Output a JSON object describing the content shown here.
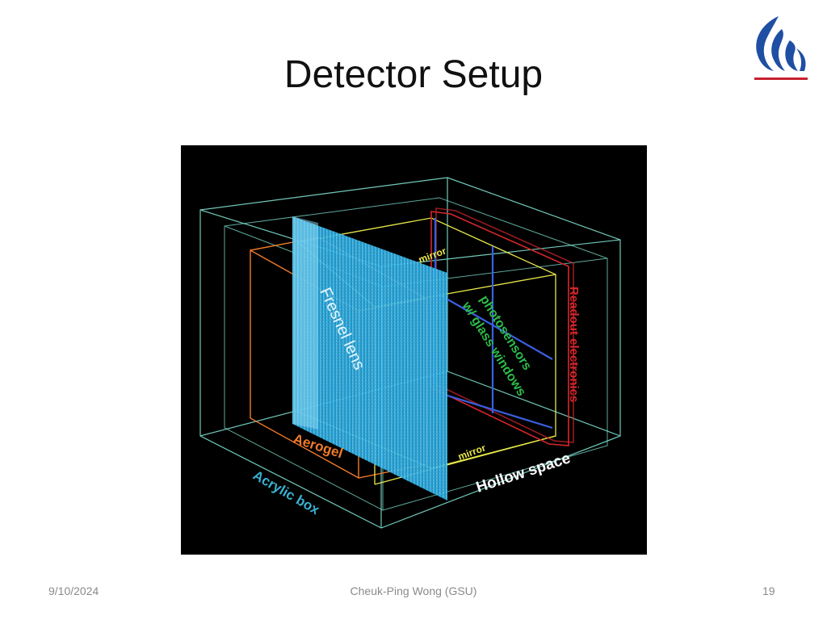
{
  "slide": {
    "title": "Detector Setup",
    "footer": {
      "date": "9/10/2024",
      "author": "Cheuk-Ping Wong (GSU)",
      "page": "19"
    }
  },
  "figure": {
    "labels": {
      "mirror_top": "mirror",
      "fresnel_lens": "Fresnel lens",
      "photosensors": "photosensors",
      "glass_windows": "w/ glass windows",
      "readout_electronics": "Readout electronics",
      "aerogel": "Aerogel",
      "mirror_bottom": "mirror",
      "hollow_space": "Hollow space",
      "acrylic_box": "Acrylic box"
    },
    "colors": {
      "acrylic": "#7ee0d0",
      "aerogel": "#f07a2a",
      "lens": "#2fb4e8",
      "mirror": "#e8e84a",
      "photosensor": "#2dbb4a",
      "readout": "#d8262c",
      "hollow": "#ffffff"
    }
  },
  "logo": {
    "name": "gsu-flame-icon",
    "colors": {
      "flame": "#1f4fa3",
      "bar": "#c8202f"
    }
  }
}
